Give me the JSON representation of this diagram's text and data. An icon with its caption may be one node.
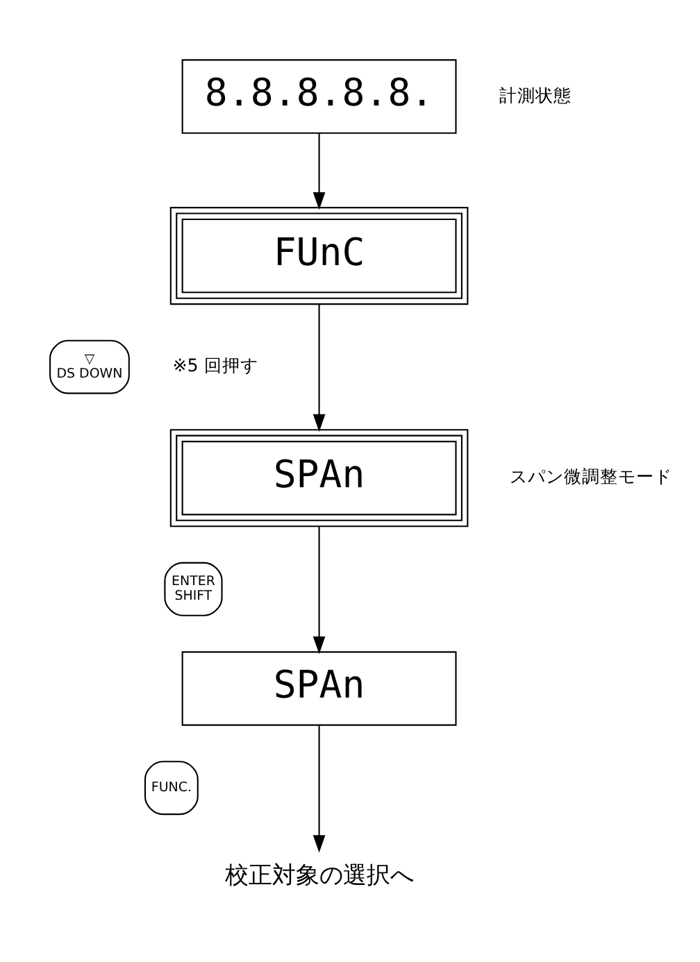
{
  "diagram": {
    "nodes": [
      {
        "text": [
          "8.8.8.8.8."
        ],
        "beside": [
          "計測状態"
        ]
      },
      {
        "text": [
          "FUNC."
        ]
      },
      {
        "text": [
          "FUnC"
        ]
      },
      {
        "text": [
          "▽",
          "DS DOWN"
        ],
        "beside": [
          "※5 回押す"
        ]
      },
      {
        "text": [
          "SPAn"
        ],
        "beside": [
          "スパン微調整モード"
        ]
      },
      {
        "text": [
          "ENTER",
          "SHIFT"
        ]
      },
      {
        "text": [
          "SPAn"
        ]
      },
      {
        "text": [
          "校正対象の選択へ"
        ]
      }
    ],
    "edges": [
      {
        "from": 0,
        "to": 2,
        "arrow": "to"
      },
      {
        "from": 2,
        "to": 4,
        "arrow": "to"
      },
      {
        "from": 4,
        "to": 6,
        "arrow": "to"
      },
      {
        "from": 6,
        "to": 7,
        "arrow": "to"
      }
    ]
  }
}
